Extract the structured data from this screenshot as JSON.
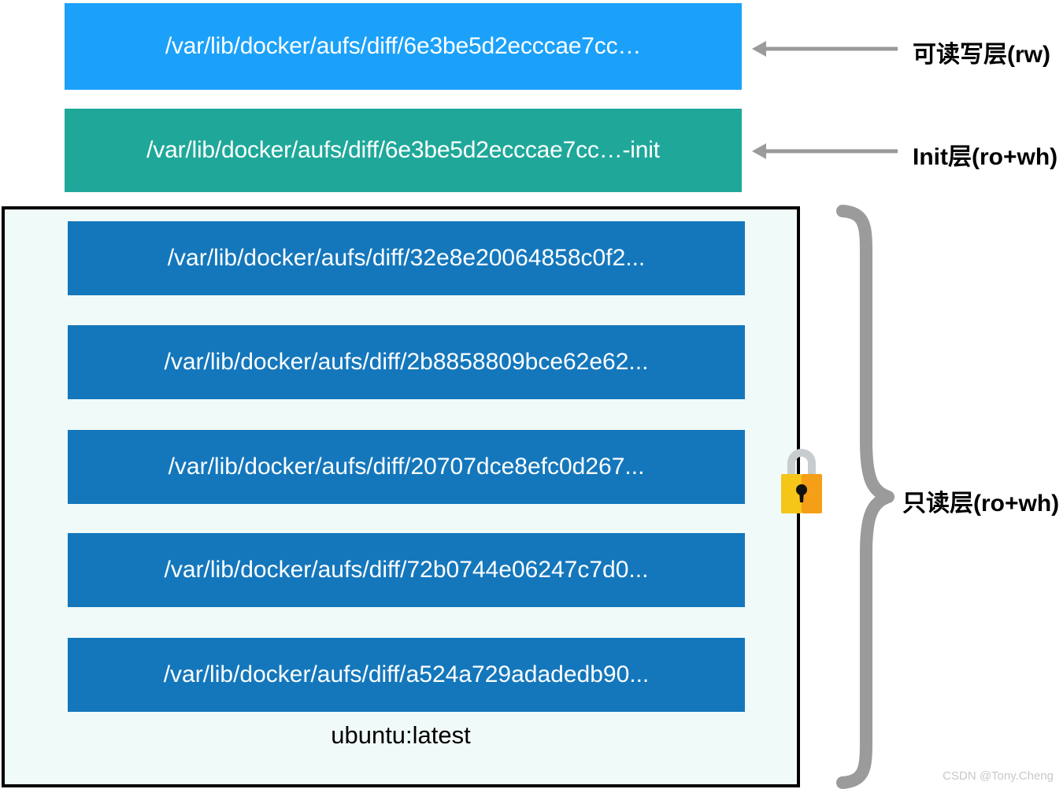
{
  "diagram": {
    "title": "Docker AUFS layer structure",
    "colors": {
      "rw_layer": "#1ba1fa",
      "init_layer": "#1fa89a",
      "ro_layer": "#1477bc",
      "container_bg": "#f0faf8",
      "container_border": "#000000",
      "arrow": "#9b9b9b",
      "brace": "#9b9b9b",
      "lock_body_left": "#f5c518",
      "lock_body_right": "#f59e18",
      "lock_shackle": "#c7ccce",
      "watermark": "#c8c8c8"
    },
    "rw_layer": {
      "path": "/var/lib/docker/aufs/diff/6e3be5d2ecccae7cc…",
      "label": "可读写层(rw)"
    },
    "init_layer": {
      "path": "/var/lib/docker/aufs/diff/6e3be5d2ecccae7cc…-init",
      "label": "Init层(ro+wh)"
    },
    "readonly_group": {
      "label": "只读层(ro+wh)",
      "image_name": "ubuntu:latest",
      "lock_icon": "lock-icon",
      "brace_icon": "curly-brace-icon",
      "layers": [
        {
          "path": "/var/lib/docker/aufs/diff/32e8e20064858c0f2..."
        },
        {
          "path": "/var/lib/docker/aufs/diff/2b8858809bce62e62..."
        },
        {
          "path": "/var/lib/docker/aufs/diff/20707dce8efc0d267..."
        },
        {
          "path": "/var/lib/docker/aufs/diff/72b0744e06247c7d0..."
        },
        {
          "path": "/var/lib/docker/aufs/diff/a524a729adadedb90..."
        }
      ]
    },
    "watermark": "CSDN @Tony.Cheng"
  }
}
